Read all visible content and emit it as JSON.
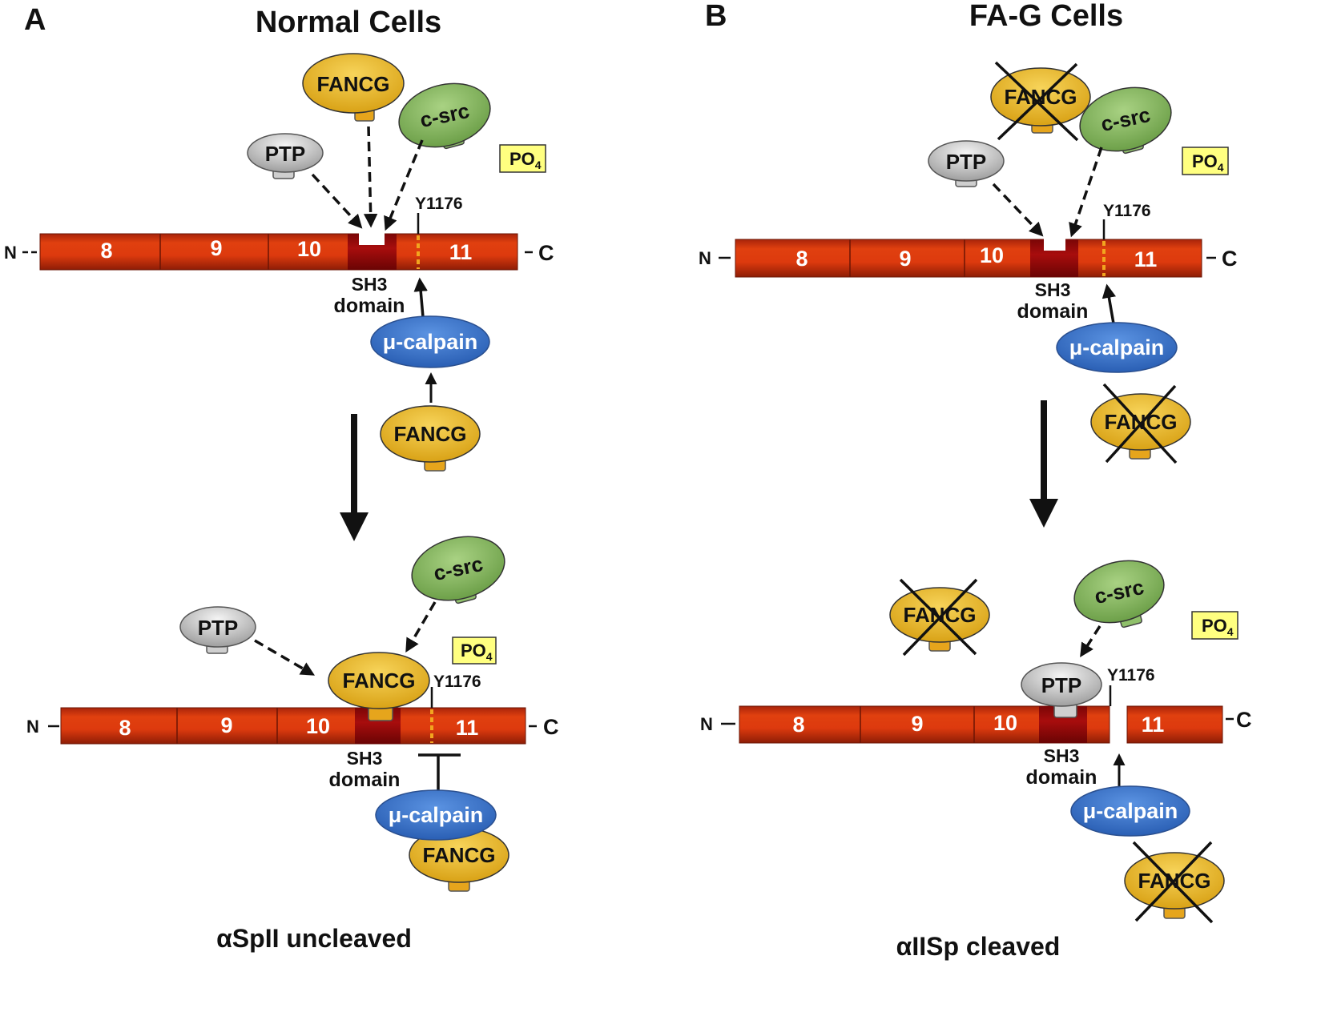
{
  "panels": {
    "a": {
      "letter": "A",
      "title": "Normal Cells",
      "result": "αSpII uncleaved"
    },
    "b": {
      "letter": "B",
      "title": "FA-G Cells",
      "result": "αIISp cleaved"
    }
  },
  "spectrin": {
    "n_terminus": "N",
    "c_terminus": "C",
    "segments": [
      "8",
      "9",
      "10",
      "11"
    ],
    "domain_label_line1": "SH3",
    "domain_label_line2": "domain",
    "site_label": "Y1176"
  },
  "proteins": {
    "fancg": "FANCG",
    "csrc": "c-src",
    "ptp": "PTP",
    "calpain": "μ-calpain",
    "phosphate": "PO",
    "phosphate_sub": "4"
  },
  "colors": {
    "spectrin": "#d9360e",
    "sh3": "#9b0b0b",
    "fancg": "#efbe2b",
    "csrc": "#8fc06a",
    "ptp": "#c9c9c9",
    "calpain": "#3c78d0",
    "phosphate": "#ffff80",
    "cleavage_site": "#f2a51f"
  }
}
